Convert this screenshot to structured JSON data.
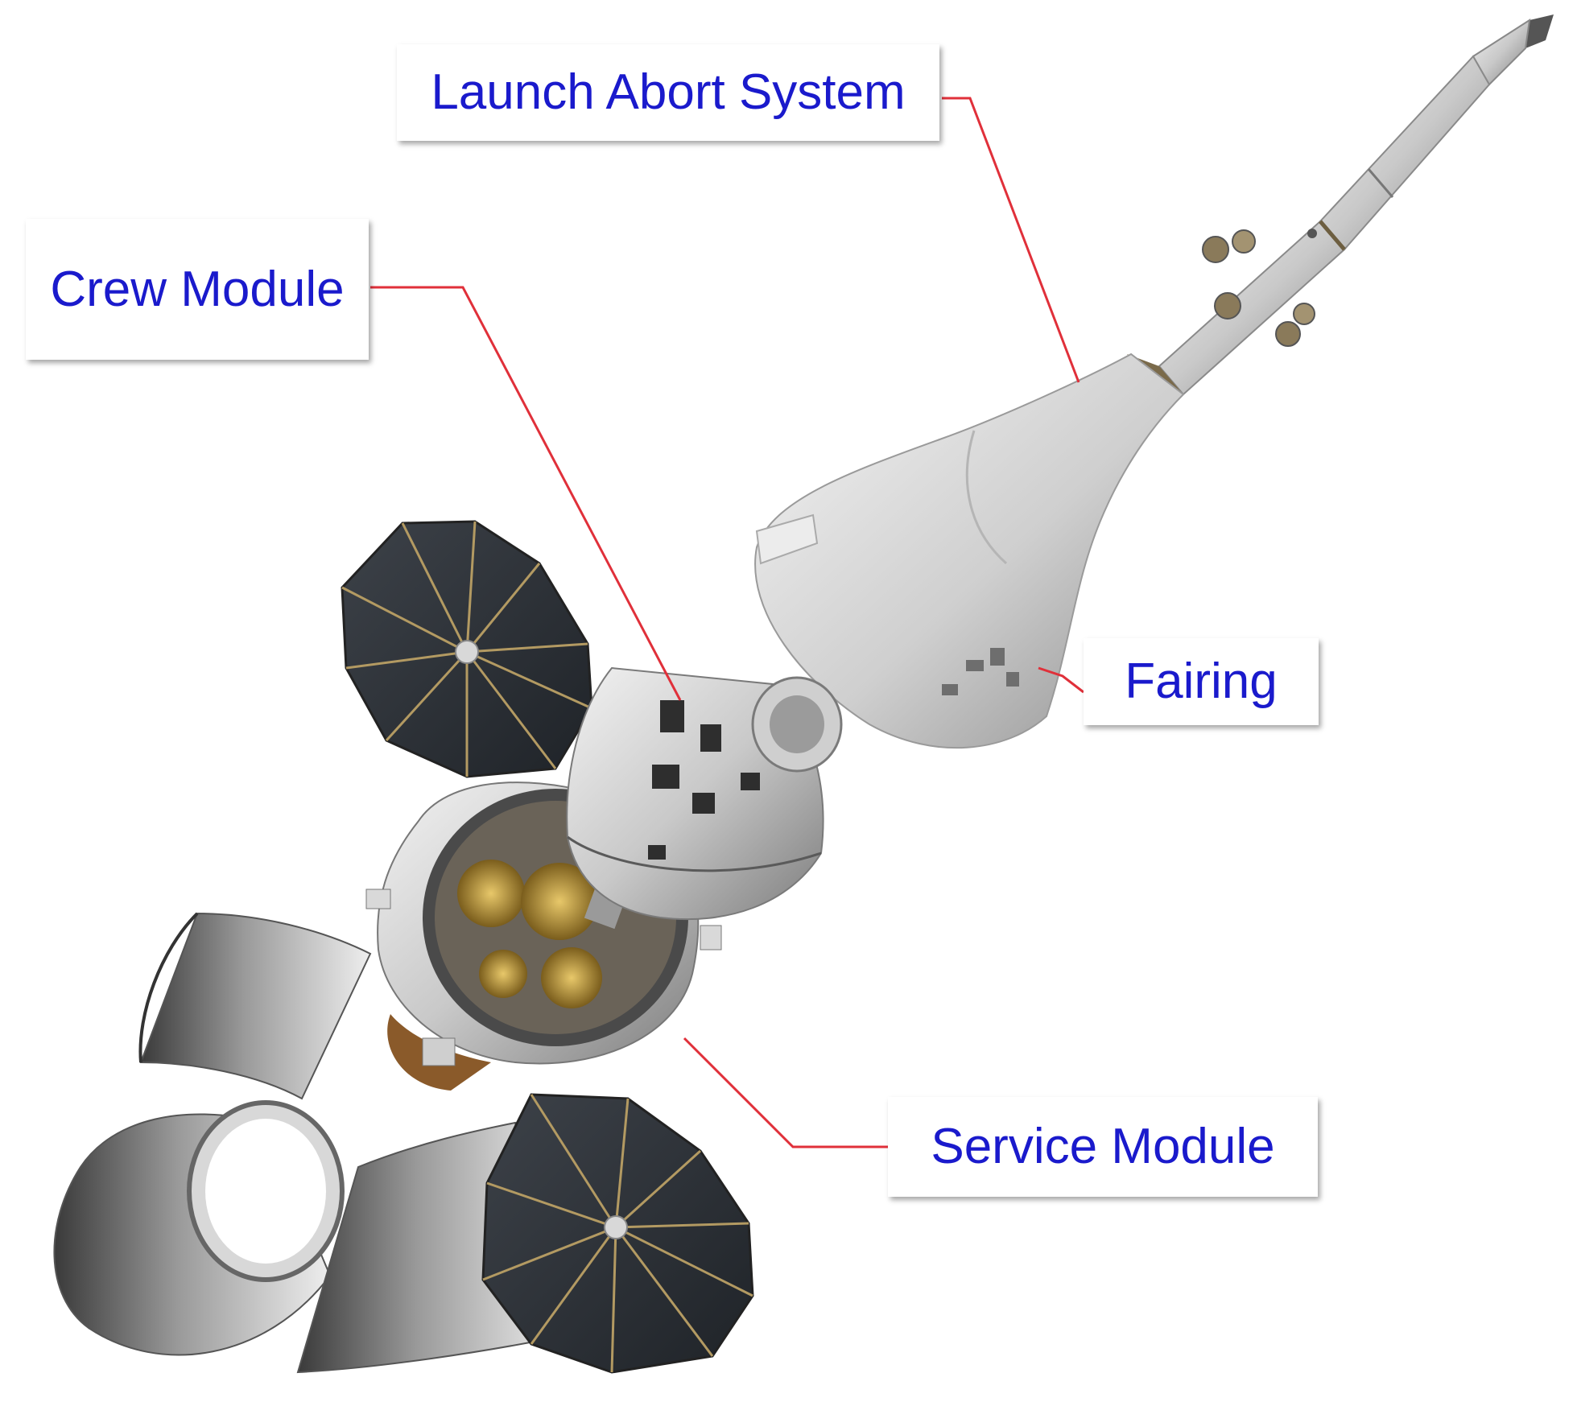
{
  "labels": {
    "launch_abort_system": "Launch Abort System",
    "crew_module": "Crew Module",
    "fairing": "Fairing",
    "service_module": "Service Module"
  },
  "colors": {
    "label_text": "#1a1acc",
    "leader_line": "#e0303a",
    "background": "#ffffff"
  }
}
